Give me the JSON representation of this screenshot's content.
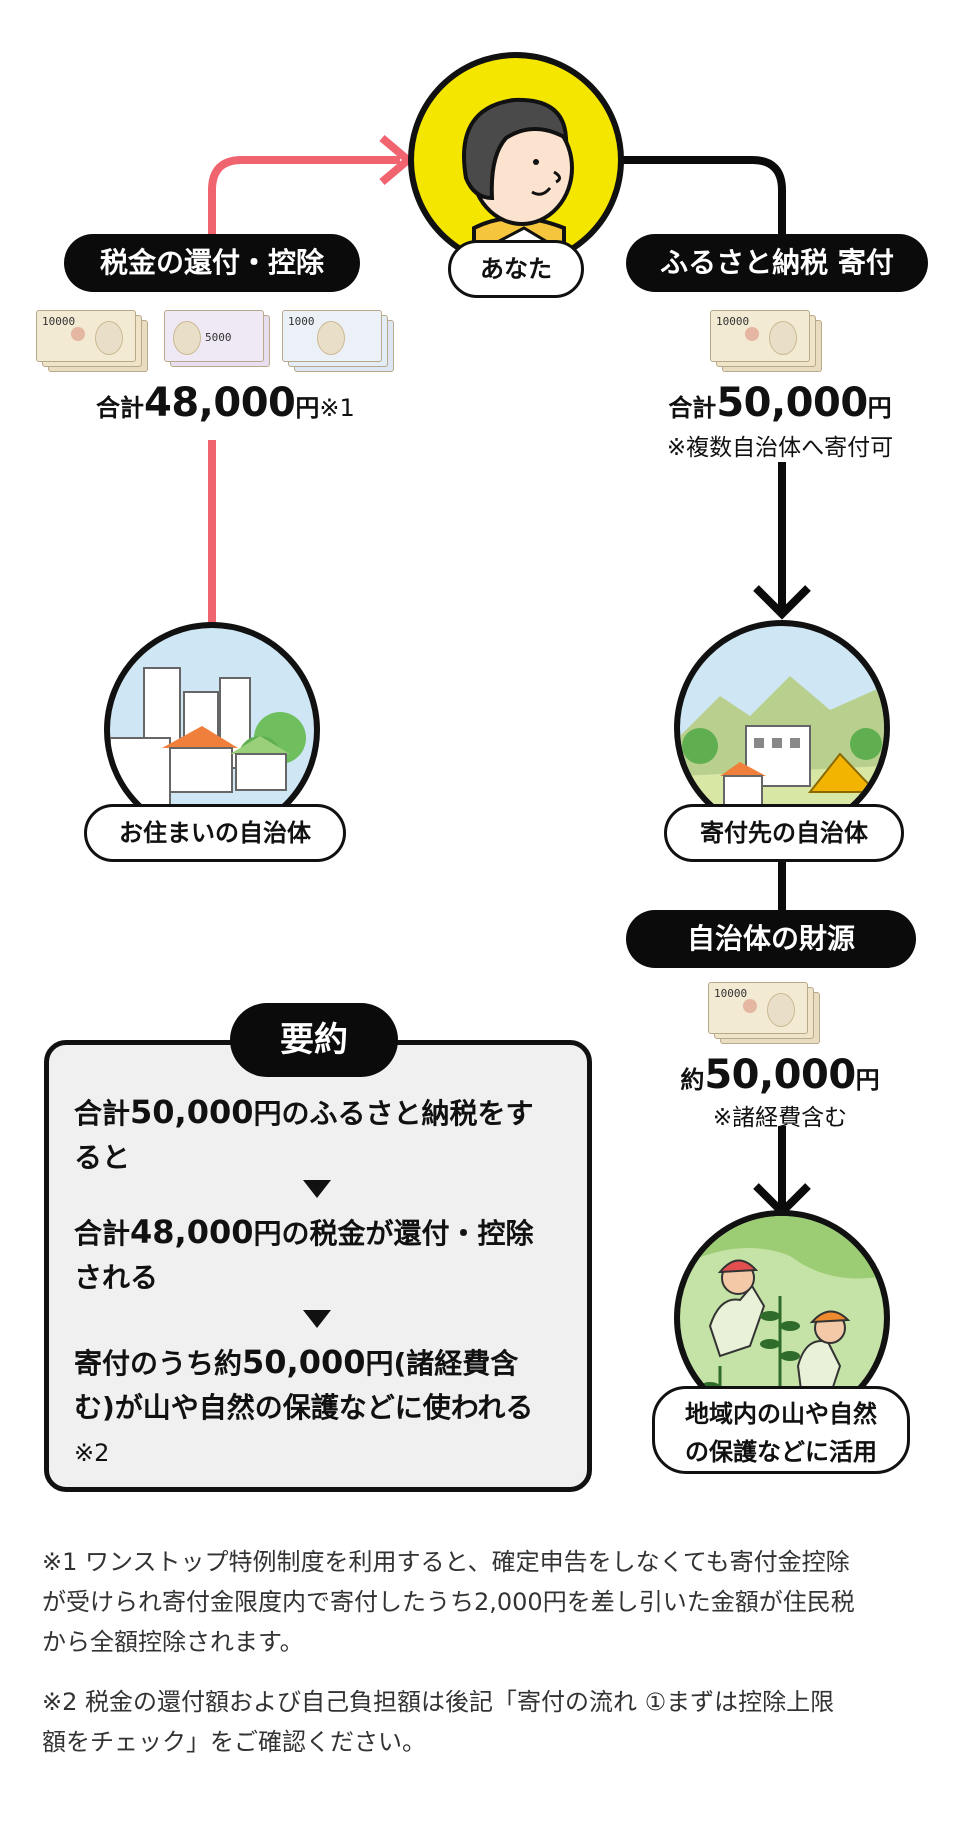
{
  "you": {
    "label": "あなた"
  },
  "refund": {
    "title": "税金の還付・控除",
    "bills": [
      "10000",
      "5000",
      "1000"
    ],
    "prefix": "合計",
    "amount": "48,000",
    "unit": "円",
    "mark": "※1"
  },
  "donation": {
    "title": "ふるさと納税 寄付",
    "bills": [
      "10000"
    ],
    "prefix": "合計",
    "amount": "50,000",
    "unit": "円",
    "note": "※複数自治体へ寄付可"
  },
  "home_municipality": {
    "label": "お住まいの自治体"
  },
  "target_municipality": {
    "label": "寄付先の自治体"
  },
  "funds": {
    "title": "自治体の財源",
    "bills": [
      "10000"
    ],
    "prefix": "約",
    "amount": "50,000",
    "unit": "円",
    "note": "※諸経費含む"
  },
  "use": {
    "label_line1": "地域内の山や自然",
    "label_line2": "の保護などに活用"
  },
  "summary": {
    "title": "要約",
    "step1": {
      "pre": "合計",
      "amount": "50,000",
      "post": "円のふるさと納税をす",
      "post2": "ると"
    },
    "step2": {
      "pre": "合計",
      "amount": "48,000",
      "post": "円の税金が還付・控除",
      "post2": "される"
    },
    "step3": {
      "pre": "寄付のうち約",
      "amount": "50,000",
      "post": "円(諸経費含",
      "post2": "む)が山や自然の保護などに使われる",
      "note": "※2"
    }
  },
  "footnotes": [
    {
      "line1": "※1 ワンストップ特例制度を利用すると、確定申告をしなくても寄付金控除",
      "line2": "が受けられ寄付金限度内で寄付したうち2,000円を差し引いた金額が住民税",
      "line3": "から全額控除されます。"
    },
    {
      "line1": "※2 税金の還付額および自己負担額は後記「寄付の流れ ①まずは控除上限",
      "line2": "額をチェック」をご確認ください。"
    }
  ],
  "colors": {
    "accent_red": "#f06470",
    "line_black": "#0b0b0b",
    "avatar_yellow": "#f5e600",
    "summary_bg": "#f0f0f0"
  }
}
